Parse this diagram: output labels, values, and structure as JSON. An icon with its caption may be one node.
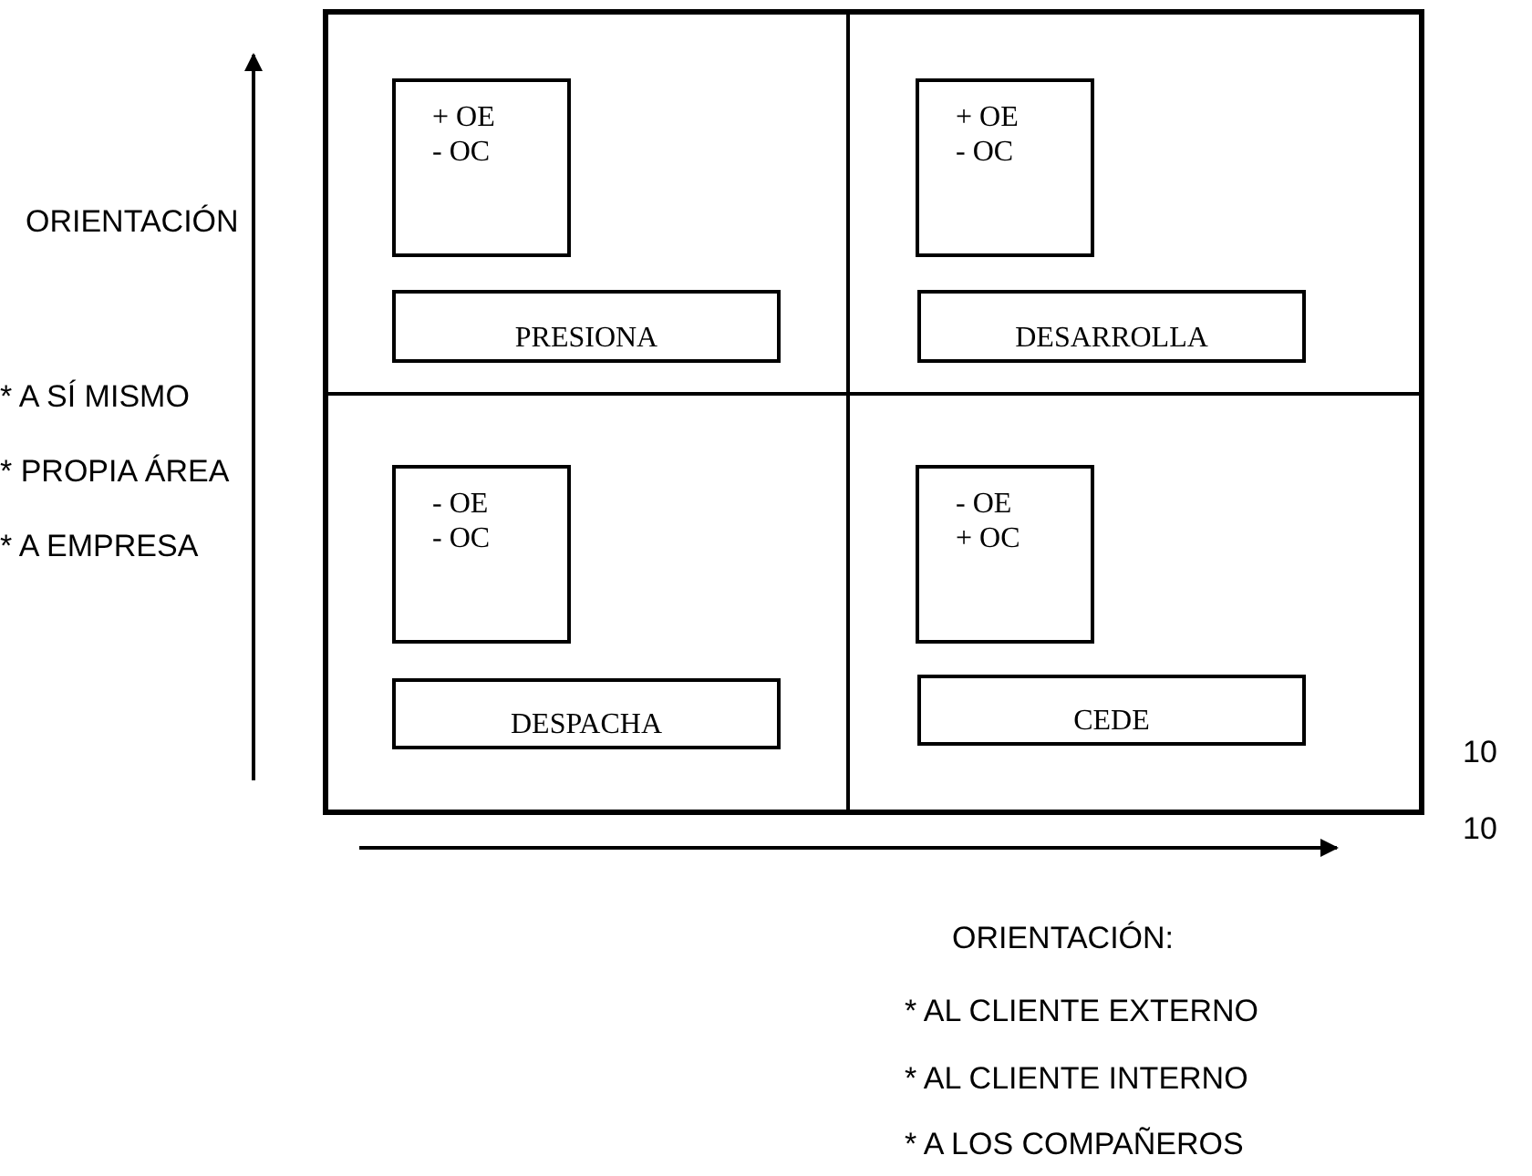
{
  "diagram": {
    "nodes": [
      {
        "text": [],
        "shape": "box"
      },
      {
        "text": [
          "+ OE",
          "- OC"
        ],
        "in": 0
      },
      {
        "text": [
          "PRESIONA"
        ],
        "in": 0
      },
      {
        "text": [
          "+ OE",
          "- OC"
        ],
        "in": 0
      },
      {
        "text": [
          "DESARROLLA"
        ],
        "in": 0
      },
      {
        "text": [
          "- OE",
          "- OC"
        ],
        "in": 0
      },
      {
        "text": [
          "DESPACHA"
        ],
        "in": 0
      },
      {
        "text": [
          "- OE",
          "+ OC"
        ],
        "in": 0
      },
      {
        "text": [
          "CEDE"
        ],
        "in": 0
      }
    ],
    "edges": [],
    "labels": [
      "ORIENTACIÓN",
      "* A SÍ MISMO",
      "* PROPIA ÁREA",
      "* A EMPRESA",
      "10",
      "10",
      "ORIENTACIÓN:",
      "* AL CLIENTE EXTERNO",
      "* AL CLIENTE INTERNO",
      "* A LOS COMPAÑEROS"
    ]
  }
}
